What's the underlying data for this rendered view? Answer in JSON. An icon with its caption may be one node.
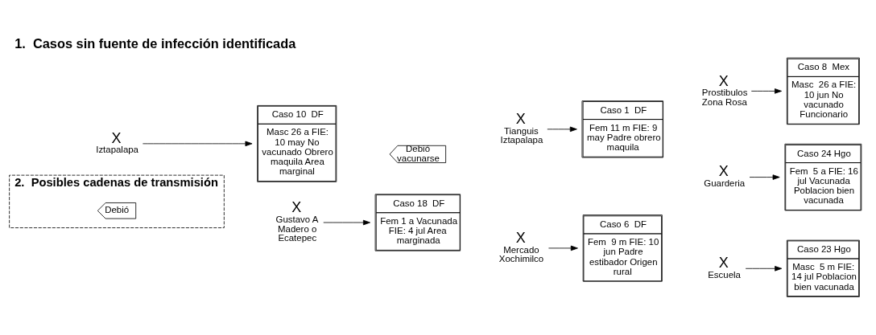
{
  "diagram": {
    "title": "1.  Casos sin fuente de infección identificada",
    "nodes": [
      {
        "text": [
          "X",
          "Iztapalapa"
        ]
      },
      {
        "text": [
          "Caso 10  DF",
          "Masc 26 a FIE: 10 may No vacunado Obrero maquila Area marginal"
        ]
      },
      {
        "text": [
          "Debió vacunarse"
        ]
      },
      {
        "text": [
          "X",
          "Tianguis Iztapalapa"
        ]
      },
      {
        "text": [
          "Caso 1  DF",
          "Fem 11 m FIE: 9 may Padre obrero maquila"
        ]
      },
      {
        "text": [
          "X",
          "Gustavo A Madero o Ecatepec"
        ]
      },
      {
        "text": [
          "Caso 18  DF",
          "Fem 1 a Vacunada FIE: 4 jul Area  marginada"
        ]
      },
      {
        "text": [
          "X",
          "Mercado Xochimilco"
        ]
      },
      {
        "text": [
          "Caso 6  DF",
          "Fem  9 m FIE: 10 jun Padre estibador Origen rural"
        ]
      },
      {
        "text": [
          "X",
          "Prostibulos Zona Rosa"
        ]
      },
      {
        "text": [
          "Caso 8  Mex",
          "Masc  26 a FIE: 10 jun No vacunado Funcionario"
        ]
      },
      {
        "text": [
          "X",
          "Escuela"
        ]
      },
      {
        "text": [
          "Caso 23 Hgo",
          "Masc  5 m FIE: 14 jul Poblacion bien vacunada"
        ]
      },
      {
        "text": [
          "X",
          "Guarderia"
        ]
      },
      {
        "text": [
          "Caso 24 Hgo",
          "Fem  5 a FIE: 16 jul Vacunada Poblacion bien vacunada"
        ]
      },
      {
        "text": [
          "2.  Posibles cadenas de transmisión"
        ]
      },
      {
        "text": [
          "Debió"
        ],
        "in": 15
      }
    ],
    "edges": [
      {
        "from": 0,
        "to": 1,
        "arrow": "to"
      },
      {
        "from": 3,
        "to": 4,
        "arrow": "to"
      },
      {
        "from": 5,
        "to": 6,
        "arrow": "to"
      },
      {
        "from": 7,
        "to": 8,
        "arrow": "to"
      },
      {
        "from": 9,
        "to": 10,
        "arrow": "to"
      },
      {
        "from": 11,
        "to": 12,
        "arrow": "to"
      },
      {
        "from": 13,
        "to": 14,
        "arrow": "to"
      }
    ]
  }
}
